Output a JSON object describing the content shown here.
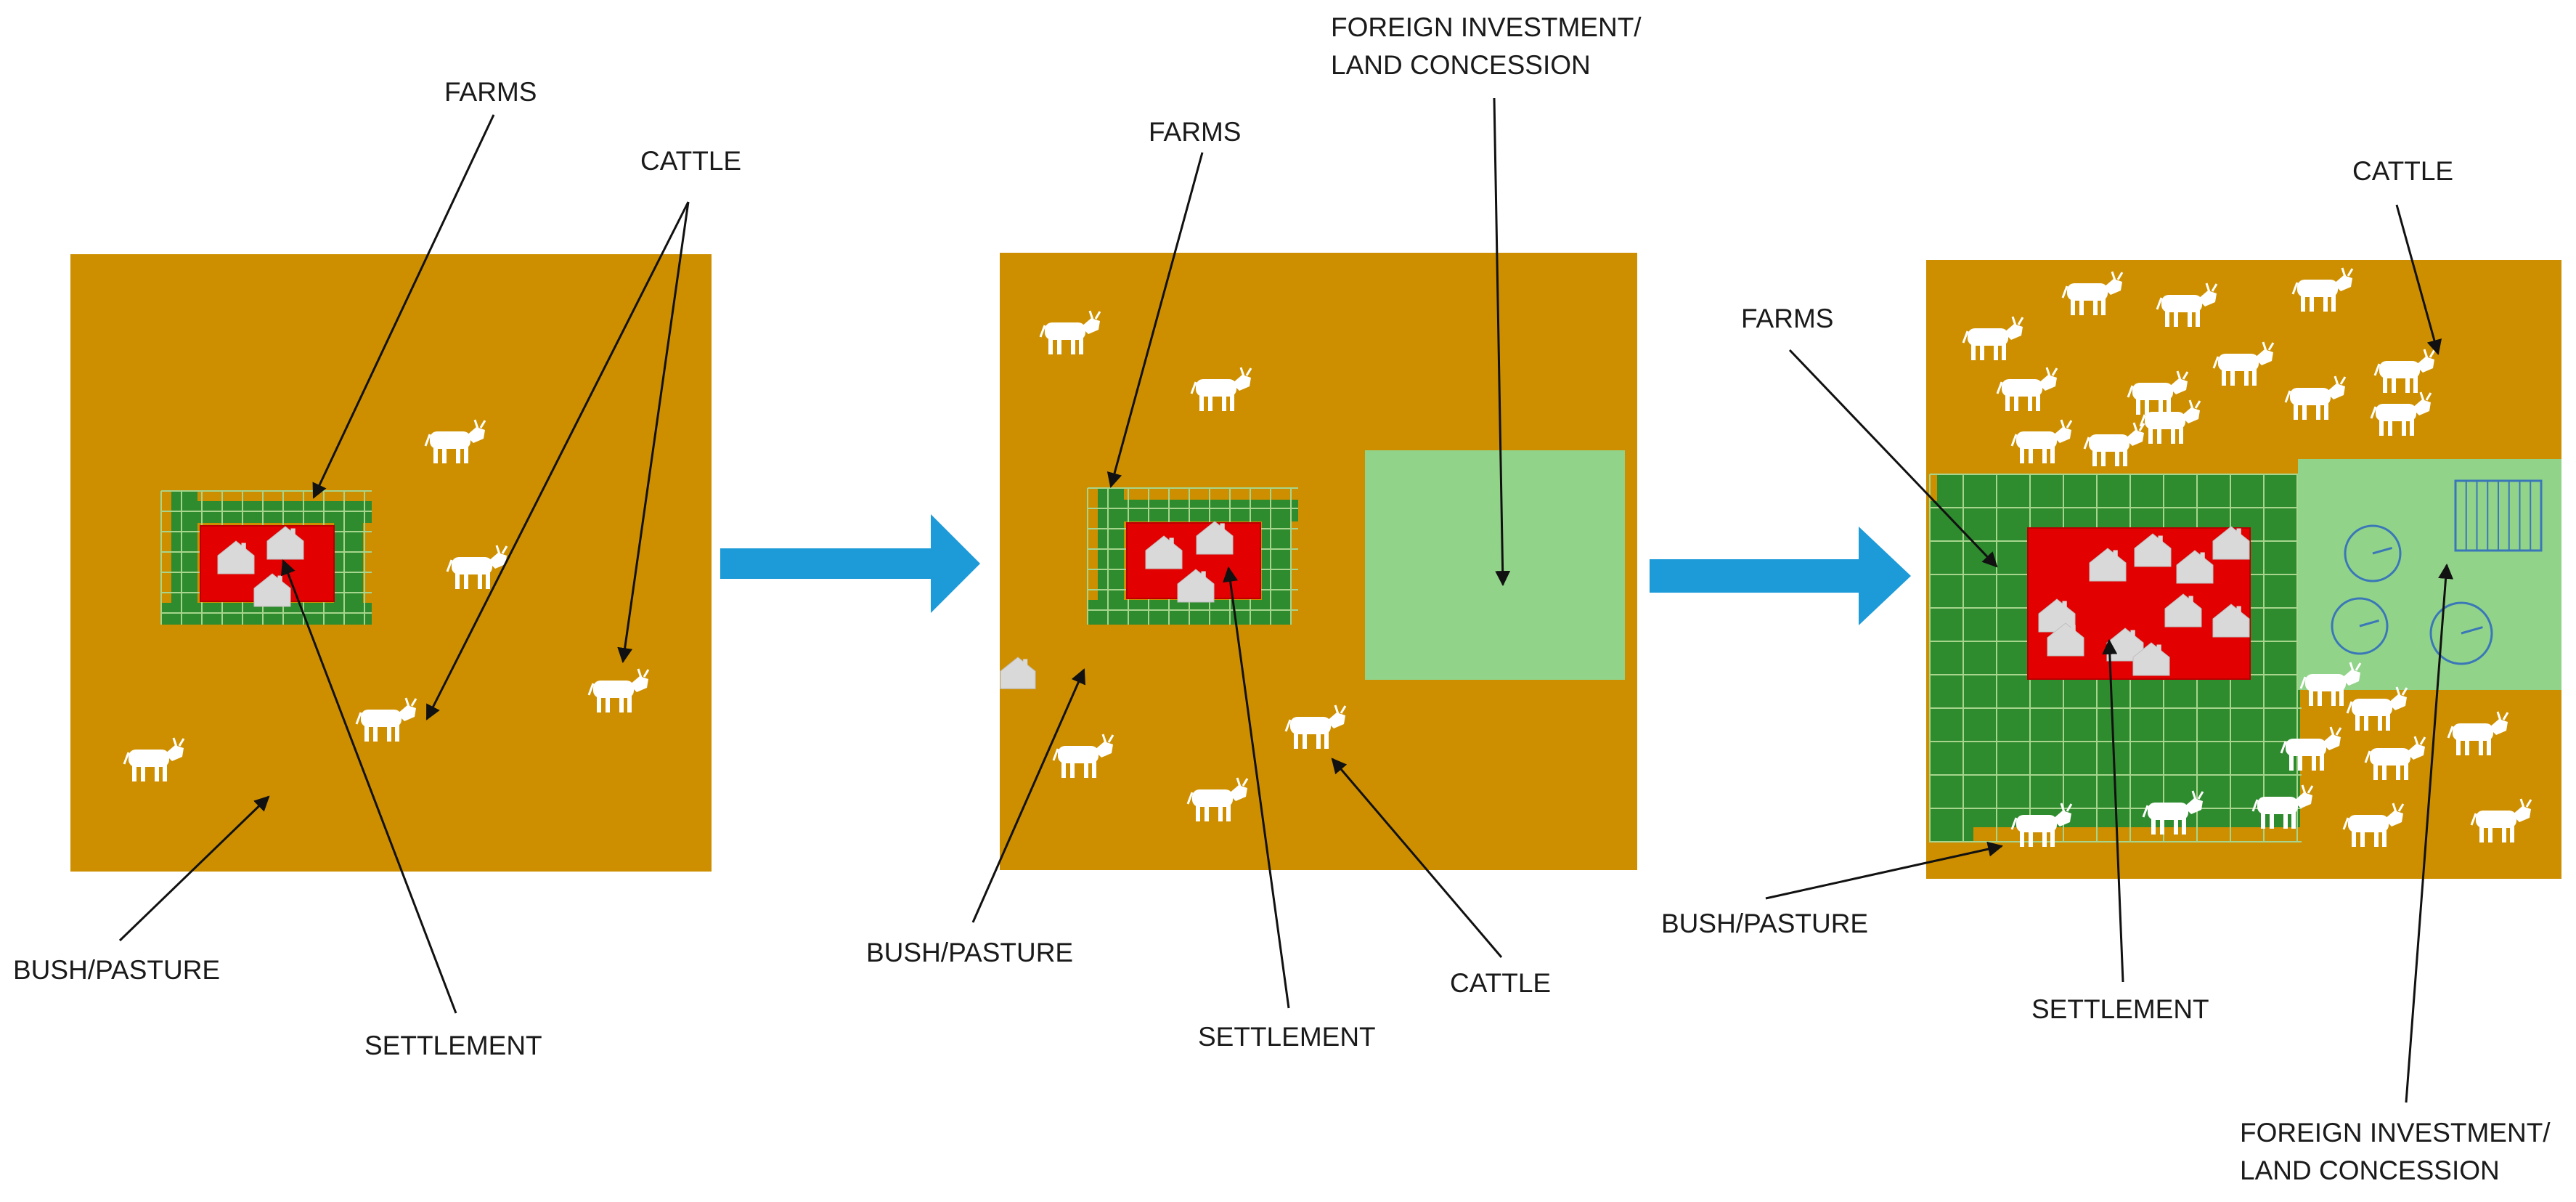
{
  "colors": {
    "bush": "#cd8f00",
    "farm": "#2e8b2e",
    "farm_line": "#a7d58d",
    "settlement": "#e20000",
    "concession": "#92d38a",
    "arrow": "#1d9ad8",
    "house": "#d9d9d9",
    "cattle": "#ffffff",
    "pointer": "#111111",
    "concession_marks": "#3a77b8"
  },
  "icons": {
    "cattle": "cattle-icon",
    "house": "house-icon",
    "flow_arrow": "flow-arrow-icon",
    "crop_circle": "crop-circle-icon",
    "grid_field": "grid-field-icon"
  },
  "panels": [
    {
      "labels": {
        "farms": "FARMS",
        "cattle": "CATTLE",
        "bush": "BUSH/PASTURE",
        "settlement": "SETTLEMENT"
      }
    },
    {
      "labels": {
        "farms": "FARMS",
        "concession": "FOREIGN INVESTMENT/\nLAND CONCESSION",
        "bush": "BUSH/PASTURE",
        "settlement": "SETTLEMENT",
        "cattle": "CATTLE"
      }
    },
    {
      "labels": {
        "cattle": "CATTLE",
        "farms": "FARMS",
        "bush": "BUSH/PASTURE",
        "settlement": "SETTLEMENT",
        "concession": "FOREIGN INVESTMENT/\nLAND CONCESSION"
      }
    }
  ]
}
